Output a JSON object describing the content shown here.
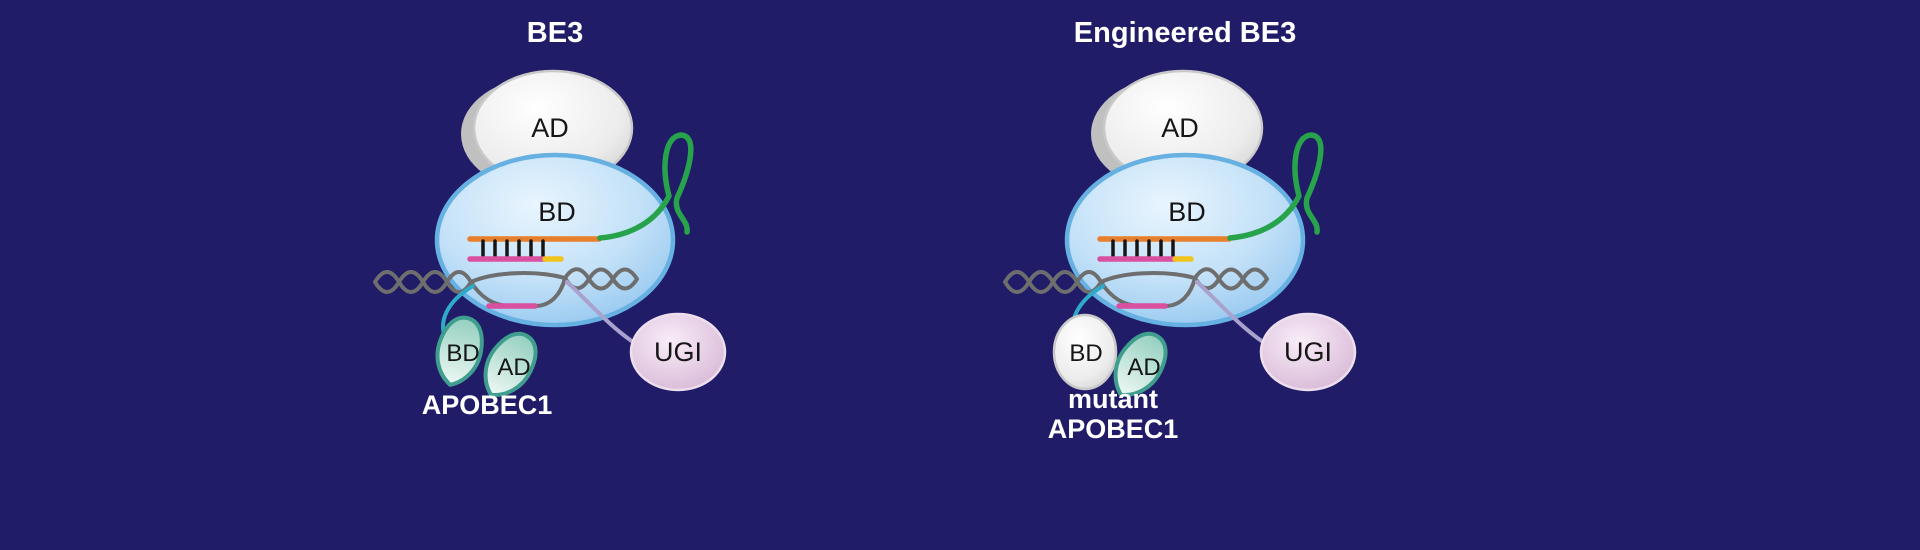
{
  "figure": {
    "background": "#201c68",
    "panels": [
      {
        "title": "BE3",
        "cas9": {
          "ad_label": "AD",
          "bd_label": "BD"
        },
        "deaminase": {
          "bd_label": "BD",
          "ad_label": "AD",
          "name": "APOBEC1"
        },
        "ugi_label": "UGI"
      },
      {
        "title": "Engineered BE3",
        "cas9": {
          "ad_label": "AD",
          "bd_label": "BD"
        },
        "deaminase": {
          "bd_label": "BD",
          "ad_label": "AD",
          "name_line1": "mutant",
          "name_line2": "APOBEC1"
        },
        "ugi_label": "UGI"
      }
    ],
    "colors": {
      "background": "#201c68",
      "title_text": "#ffffff",
      "label_text": "#161616",
      "cas9_outline_blue": "#66b0e2",
      "sgrna_green": "#27a34b",
      "protospacer_orange": "#e87f2a",
      "pam_yellow": "#f0c41f",
      "edited_strand_magenta": "#d8509f",
      "dna_gray": "#6e6e6e",
      "basepair_black": "#151515",
      "linker_cyan": "#2fa9c8",
      "linker_lavender": "#a9a2cf",
      "apobec_teal_stroke": "#3f9e8e",
      "ugi_outline_pink": "#eedfee"
    }
  }
}
